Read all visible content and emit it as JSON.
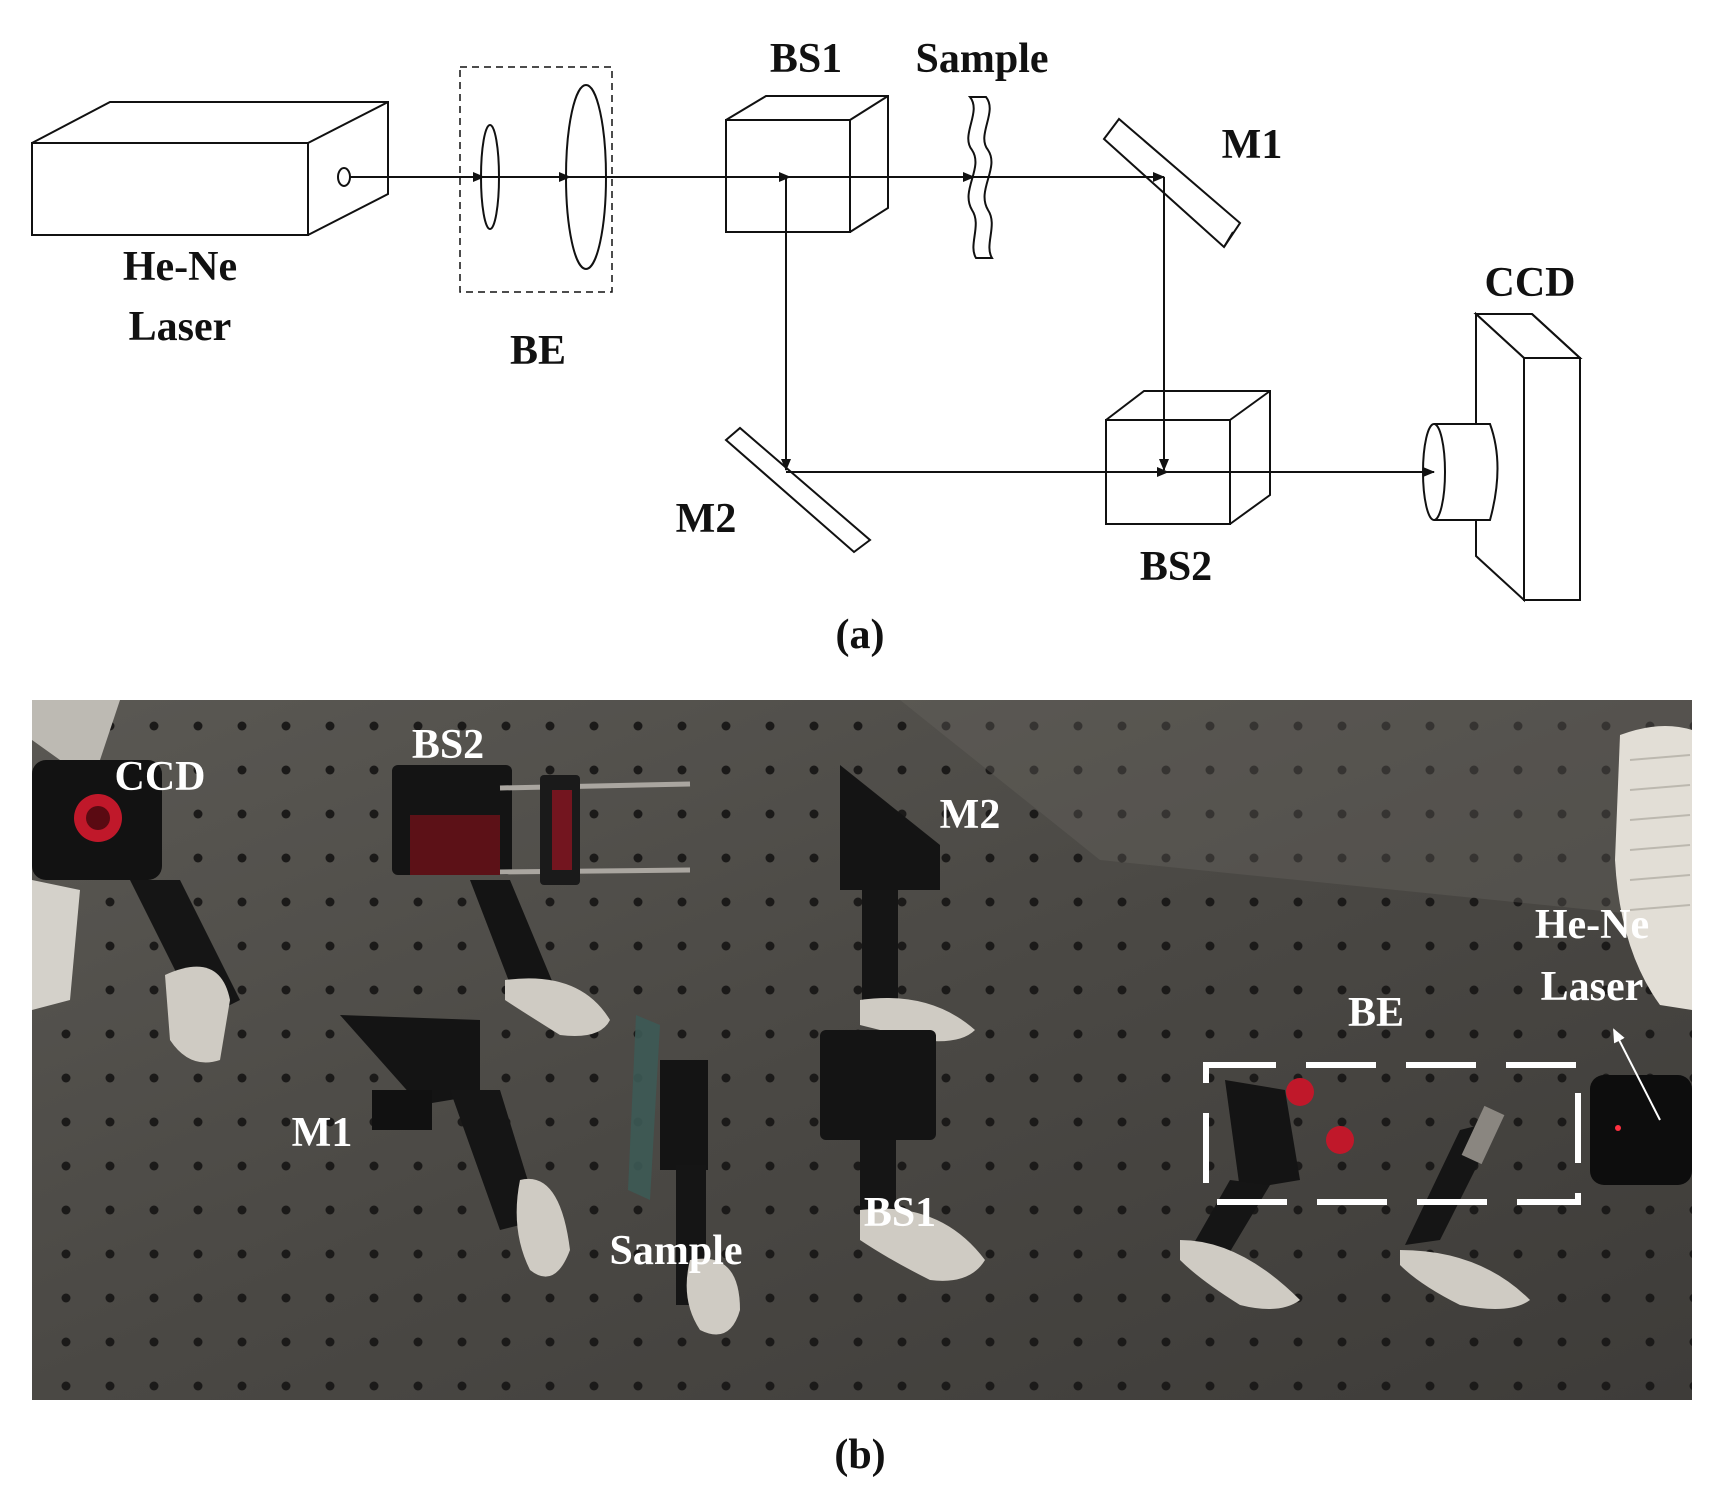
{
  "panel_a": {
    "labels": {
      "laser_line1": "He-Ne",
      "laser_line2": "Laser",
      "be": "BE",
      "bs1": "BS1",
      "sample": "Sample",
      "m1": "M1",
      "m2": "M2",
      "bs2": "BS2",
      "ccd": "CCD"
    },
    "caption": "(a)"
  },
  "panel_b": {
    "labels": {
      "ccd": "CCD",
      "bs2": "BS2",
      "m2": "M2",
      "laser_line1": "He-Ne",
      "laser_line2": "Laser",
      "be": "BE",
      "m1": "M1",
      "sample": "Sample",
      "bs1": "BS1"
    },
    "caption": "(b)"
  },
  "colors": {
    "line": "#111111",
    "table": "#4a4844",
    "hole": "#1a1a1a",
    "mount": "#151515",
    "red_accent": "#c0182a"
  }
}
